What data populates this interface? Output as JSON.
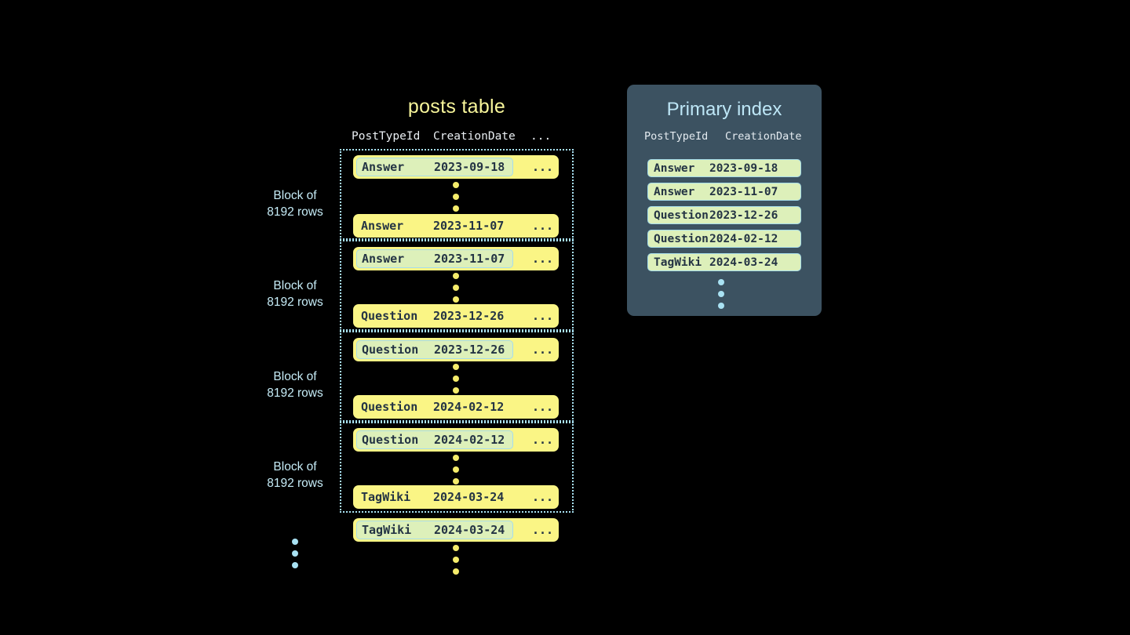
{
  "posts_table": {
    "title": "posts table",
    "columns": [
      "PostTypeId",
      "CreationDate",
      "..."
    ],
    "ellipsis_cell": "...",
    "block_label": "Block of\n8192 rows",
    "block_label_line1": "Block of",
    "block_label_line2": "8192 rows",
    "blocks": [
      {
        "label_line1": "Block of",
        "label_line2": "8192 rows",
        "first_row": {
          "posttype": "Answer",
          "creation": "2023-09-18",
          "ellipsis": "...",
          "marked": true
        },
        "last_row": {
          "posttype": "Answer",
          "creation": "2023-11-07",
          "ellipsis": "...",
          "marked": false
        }
      },
      {
        "label_line1": "Block of",
        "label_line2": "8192 rows",
        "first_row": {
          "posttype": "Answer",
          "creation": "2023-11-07",
          "ellipsis": "...",
          "marked": true
        },
        "last_row": {
          "posttype": "Question",
          "creation": "2023-12-26",
          "ellipsis": "...",
          "marked": false
        }
      },
      {
        "label_line1": "Block of",
        "label_line2": "8192 rows",
        "first_row": {
          "posttype": "Question",
          "creation": "2023-12-26",
          "ellipsis": "...",
          "marked": true
        },
        "last_row": {
          "posttype": "Question",
          "creation": "2024-02-12",
          "ellipsis": "...",
          "marked": false
        }
      },
      {
        "label_line1": "Block of",
        "label_line2": "8192 rows",
        "first_row": {
          "posttype": "Question",
          "creation": "2024-02-12",
          "ellipsis": "...",
          "marked": true
        },
        "last_row": {
          "posttype": "TagWiki",
          "creation": "2024-03-24",
          "ellipsis": "...",
          "marked": false
        }
      }
    ],
    "trailing_row": {
      "posttype": "TagWiki",
      "creation": "2024-03-24",
      "ellipsis": "...",
      "marked": true
    }
  },
  "primary_index": {
    "title": "Primary index",
    "columns": [
      "PostTypeId",
      "CreationDate"
    ],
    "rows": [
      {
        "posttype": "Answer",
        "creation": "2023-09-18"
      },
      {
        "posttype": "Answer",
        "creation": "2023-11-07"
      },
      {
        "posttype": "Question",
        "creation": "2023-12-26"
      },
      {
        "posttype": "Question",
        "creation": "2024-02-12"
      },
      {
        "posttype": "TagWiki",
        "creation": "2024-03-24"
      }
    ]
  },
  "colors": {
    "background": "#000000",
    "row_yellow": "#faf585",
    "mark_green": "#ddf0ba",
    "accent_blue": "#a9e2f3",
    "panel_slate": "#3c5261",
    "title_yellow": "#f7f59a",
    "text_dark": "#243444"
  }
}
